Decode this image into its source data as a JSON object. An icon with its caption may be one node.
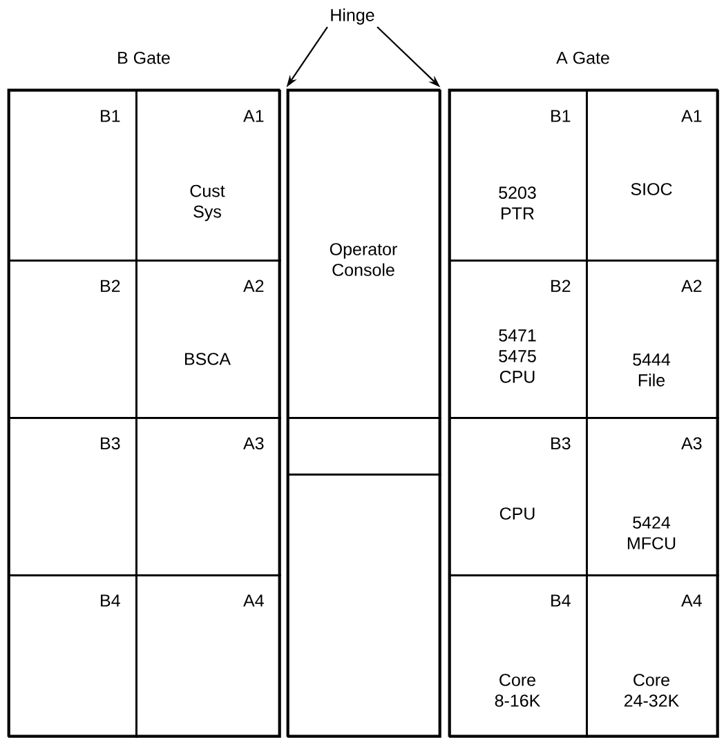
{
  "diagram": {
    "nodes": [
      {
        "text": [
          "Hinge"
        ]
      },
      {
        "text": [
          "B Gate"
        ]
      },
      {
        "text": [
          "B1"
        ],
        "in": 1
      },
      {
        "text": [
          "A1",
          "Cust Sys"
        ],
        "in": 1
      },
      {
        "text": [
          "B2"
        ],
        "in": 1
      },
      {
        "text": [
          "A2",
          "BSCA"
        ],
        "in": 1
      },
      {
        "text": [
          "B3"
        ],
        "in": 1
      },
      {
        "text": [
          "A3"
        ],
        "in": 1
      },
      {
        "text": [
          "B4"
        ],
        "in": 1
      },
      {
        "text": [
          "A4"
        ],
        "in": 1
      },
      {
        "text": [],
        "shape": "box"
      },
      {
        "text": [
          "Operator Console"
        ],
        "in": 10
      },
      {
        "text": [],
        "shape": "box",
        "in": 10
      },
      {
        "text": [],
        "shape": "box",
        "in": 10
      },
      {
        "text": [
          "A Gate"
        ]
      },
      {
        "text": [
          "B1",
          "5203 PTR"
        ],
        "in": 14
      },
      {
        "text": [
          "A1",
          "SIOC"
        ],
        "in": 14
      },
      {
        "text": [
          "B2",
          "5471 5475 CPU"
        ],
        "in": 14
      },
      {
        "text": [
          "A2",
          "5444 File"
        ],
        "in": 14
      },
      {
        "text": [
          "B3",
          "CPU"
        ],
        "in": 14
      },
      {
        "text": [
          "A3",
          "5424 MFCU"
        ],
        "in": 14
      },
      {
        "text": [
          "B4",
          "Core 8-16K"
        ],
        "in": 14
      },
      {
        "text": [
          "A4",
          "Core 24-32K"
        ],
        "in": 14
      }
    ],
    "edges": [
      {
        "from": 0,
        "to": 10,
        "arrow": "to"
      },
      {
        "from": 0,
        "to": 10,
        "arrow": "to"
      }
    ]
  }
}
